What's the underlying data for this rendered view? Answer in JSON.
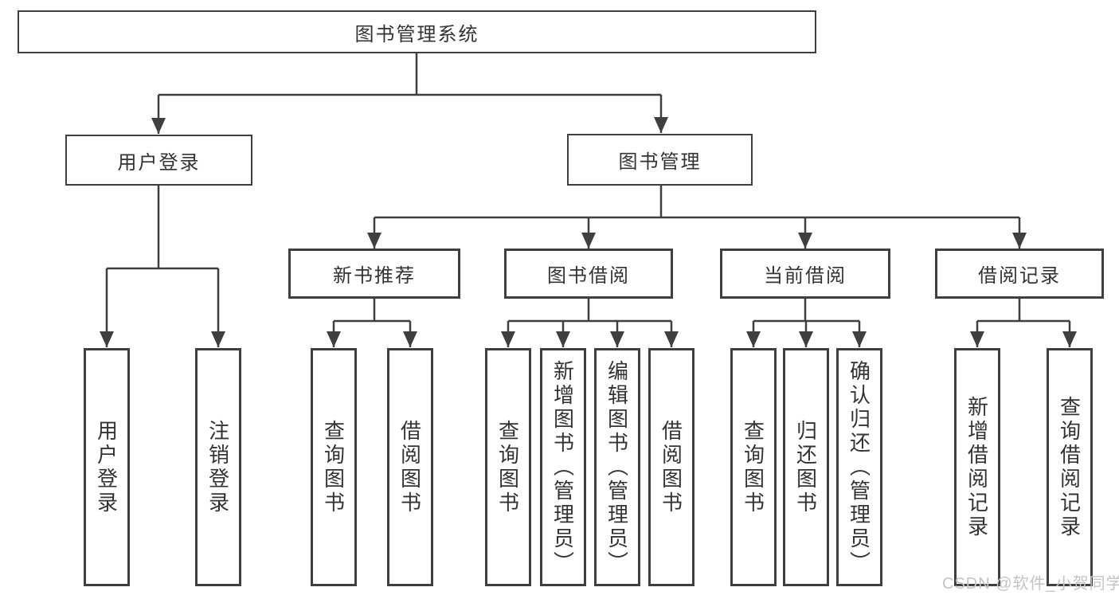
{
  "diagram": {
    "root": {
      "label": "图书管理系统"
    },
    "level2": [
      {
        "label": "用户登录"
      },
      {
        "label": "图书管理"
      }
    ],
    "level3": [
      {
        "label": "新书推荐"
      },
      {
        "label": "图书借阅"
      },
      {
        "label": "当前借阅"
      },
      {
        "label": "借阅记录"
      }
    ],
    "leaves": {
      "user_login": [
        "用户登录",
        "注销登录"
      ],
      "new_books": [
        "查询图书",
        "借阅图书"
      ],
      "book_borrow": [
        "查询图书",
        "新增图书（管理员）",
        "编辑图书（管理员）",
        "借阅图书"
      ],
      "current_borrow": [
        "查询图书",
        "归还图书",
        "确认归还（管理员）"
      ],
      "borrow_records": [
        "新增借阅记录",
        "查询借阅记录"
      ]
    }
  },
  "watermark": "CSDN @软件_小贺同学",
  "colors": {
    "line": "#3f3f3f",
    "box_border": "#3f3f3f",
    "node_text": "#333333",
    "watermark_text": "#c7c3c3",
    "background": "#ffffff"
  }
}
